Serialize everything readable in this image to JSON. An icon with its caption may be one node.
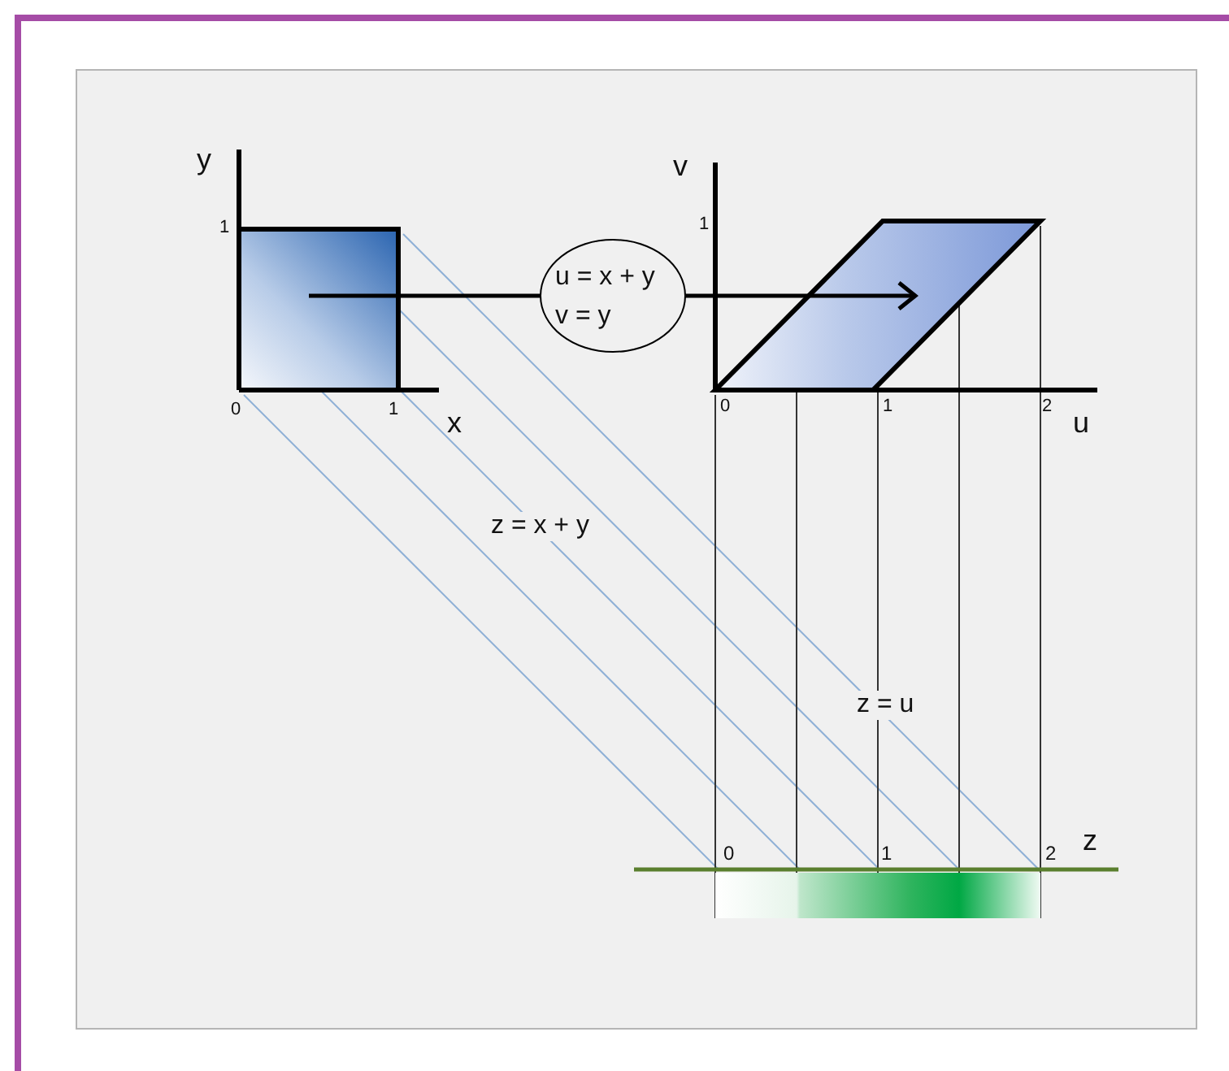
{
  "diagram": {
    "nodes": [
      {
        "text": [],
        "shape": "box"
      },
      {
        "text": [],
        "shape": "parallelogram"
      }
    ],
    "edges": [
      {
        "from": 0,
        "to": 1,
        "arrow": "to",
        "label": "u = x + y v = y"
      }
    ],
    "labels": [
      "y",
      "1",
      "0",
      "1",
      "x",
      "v",
      "1",
      "0",
      "1",
      "2",
      "u",
      "z = x + y",
      "z = u",
      "0",
      "1",
      "2",
      "z"
    ]
  }
}
